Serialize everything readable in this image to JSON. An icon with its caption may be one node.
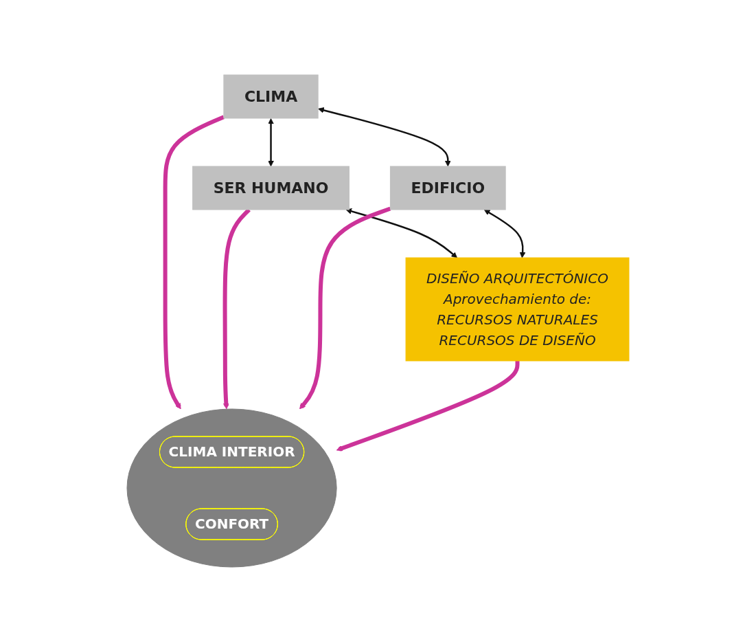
{
  "diagram": {
    "nodes": [
      {
        "text": [
          "CLIMA"
        ]
      },
      {
        "text": [],
        "shape": "ellipse"
      },
      {
        "text": [
          "CLIMA INTERIOR"
        ],
        "in": 1
      },
      {
        "text": [
          "CONFORT"
        ],
        "in": 1
      },
      {
        "text": [
          "SER HUMANO"
        ]
      },
      {
        "text": [
          "EDIFICIO"
        ]
      },
      {
        "text": [
          "DISEÑO ARQUITECTÓNICO",
          "Aprovechamiento de:",
          "RECURSOS NATURALES",
          "RECURSOS DE DISEÑO"
        ]
      }
    ],
    "edges": [
      {
        "from": 0,
        "to": 1,
        "arrow": "to",
        "style": "thick",
        "color": "#cc3399"
      },
      {
        "from": 4,
        "to": 1,
        "arrow": "to",
        "style": "thick",
        "color": "#cc3399"
      },
      {
        "from": 5,
        "to": 1,
        "arrow": "to",
        "style": "thick",
        "color": "#cc3399"
      },
      {
        "from": 6,
        "to": 1,
        "arrow": "to",
        "style": "thick",
        "color": "#cc3399"
      },
      {
        "from": 0,
        "to": 4,
        "arrow": "both",
        "color": "#111111"
      },
      {
        "from": 0,
        "to": 5,
        "arrow": "both",
        "color": "#111111"
      },
      {
        "from": 4,
        "to": 6,
        "arrow": "both",
        "color": "#111111"
      },
      {
        "from": 5,
        "to": 6,
        "arrow": "both",
        "color": "#111111"
      }
    ]
  }
}
